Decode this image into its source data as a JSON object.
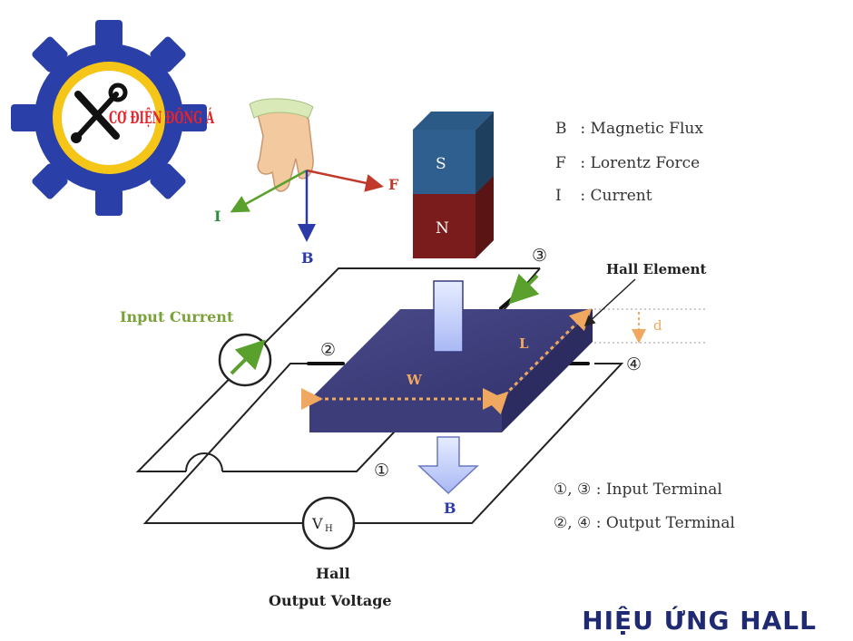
{
  "logo": {
    "brand": "CƠ ĐIỆN ĐÔNG Á",
    "colors": {
      "gear": "#2a3fa8",
      "ring": "#f5c518",
      "text": "#e5232b"
    }
  },
  "hand": {
    "label_i": "I",
    "label_f": "F",
    "label_b": "B"
  },
  "magnet": {
    "top_label": "S",
    "bottom_label": "N"
  },
  "legend": [
    {
      "key": "B",
      "text": ": Magnetic Flux"
    },
    {
      "key": "F",
      "text": ": Lorentz Force"
    },
    {
      "key": "I",
      "text": ": Current"
    }
  ],
  "labels": {
    "hall_element": "Hall Element",
    "input_current": "Input Current",
    "w": "W",
    "l": "L",
    "d": "d",
    "b_bottom": "B",
    "vh_main": "V",
    "vh_sub": "H",
    "hall_output": "Hall",
    "output_voltage": "Output Voltage"
  },
  "terminals": {
    "t1": "①",
    "t2": "②",
    "t3": "③",
    "t4": "④"
  },
  "terminal_legend": [
    {
      "keys": "①, ③",
      "text": ": Input Terminal"
    },
    {
      "keys": "②, ④",
      "text": ": Output Terminal"
    }
  ],
  "footer_title": "HIỆU ỨNG HALL"
}
